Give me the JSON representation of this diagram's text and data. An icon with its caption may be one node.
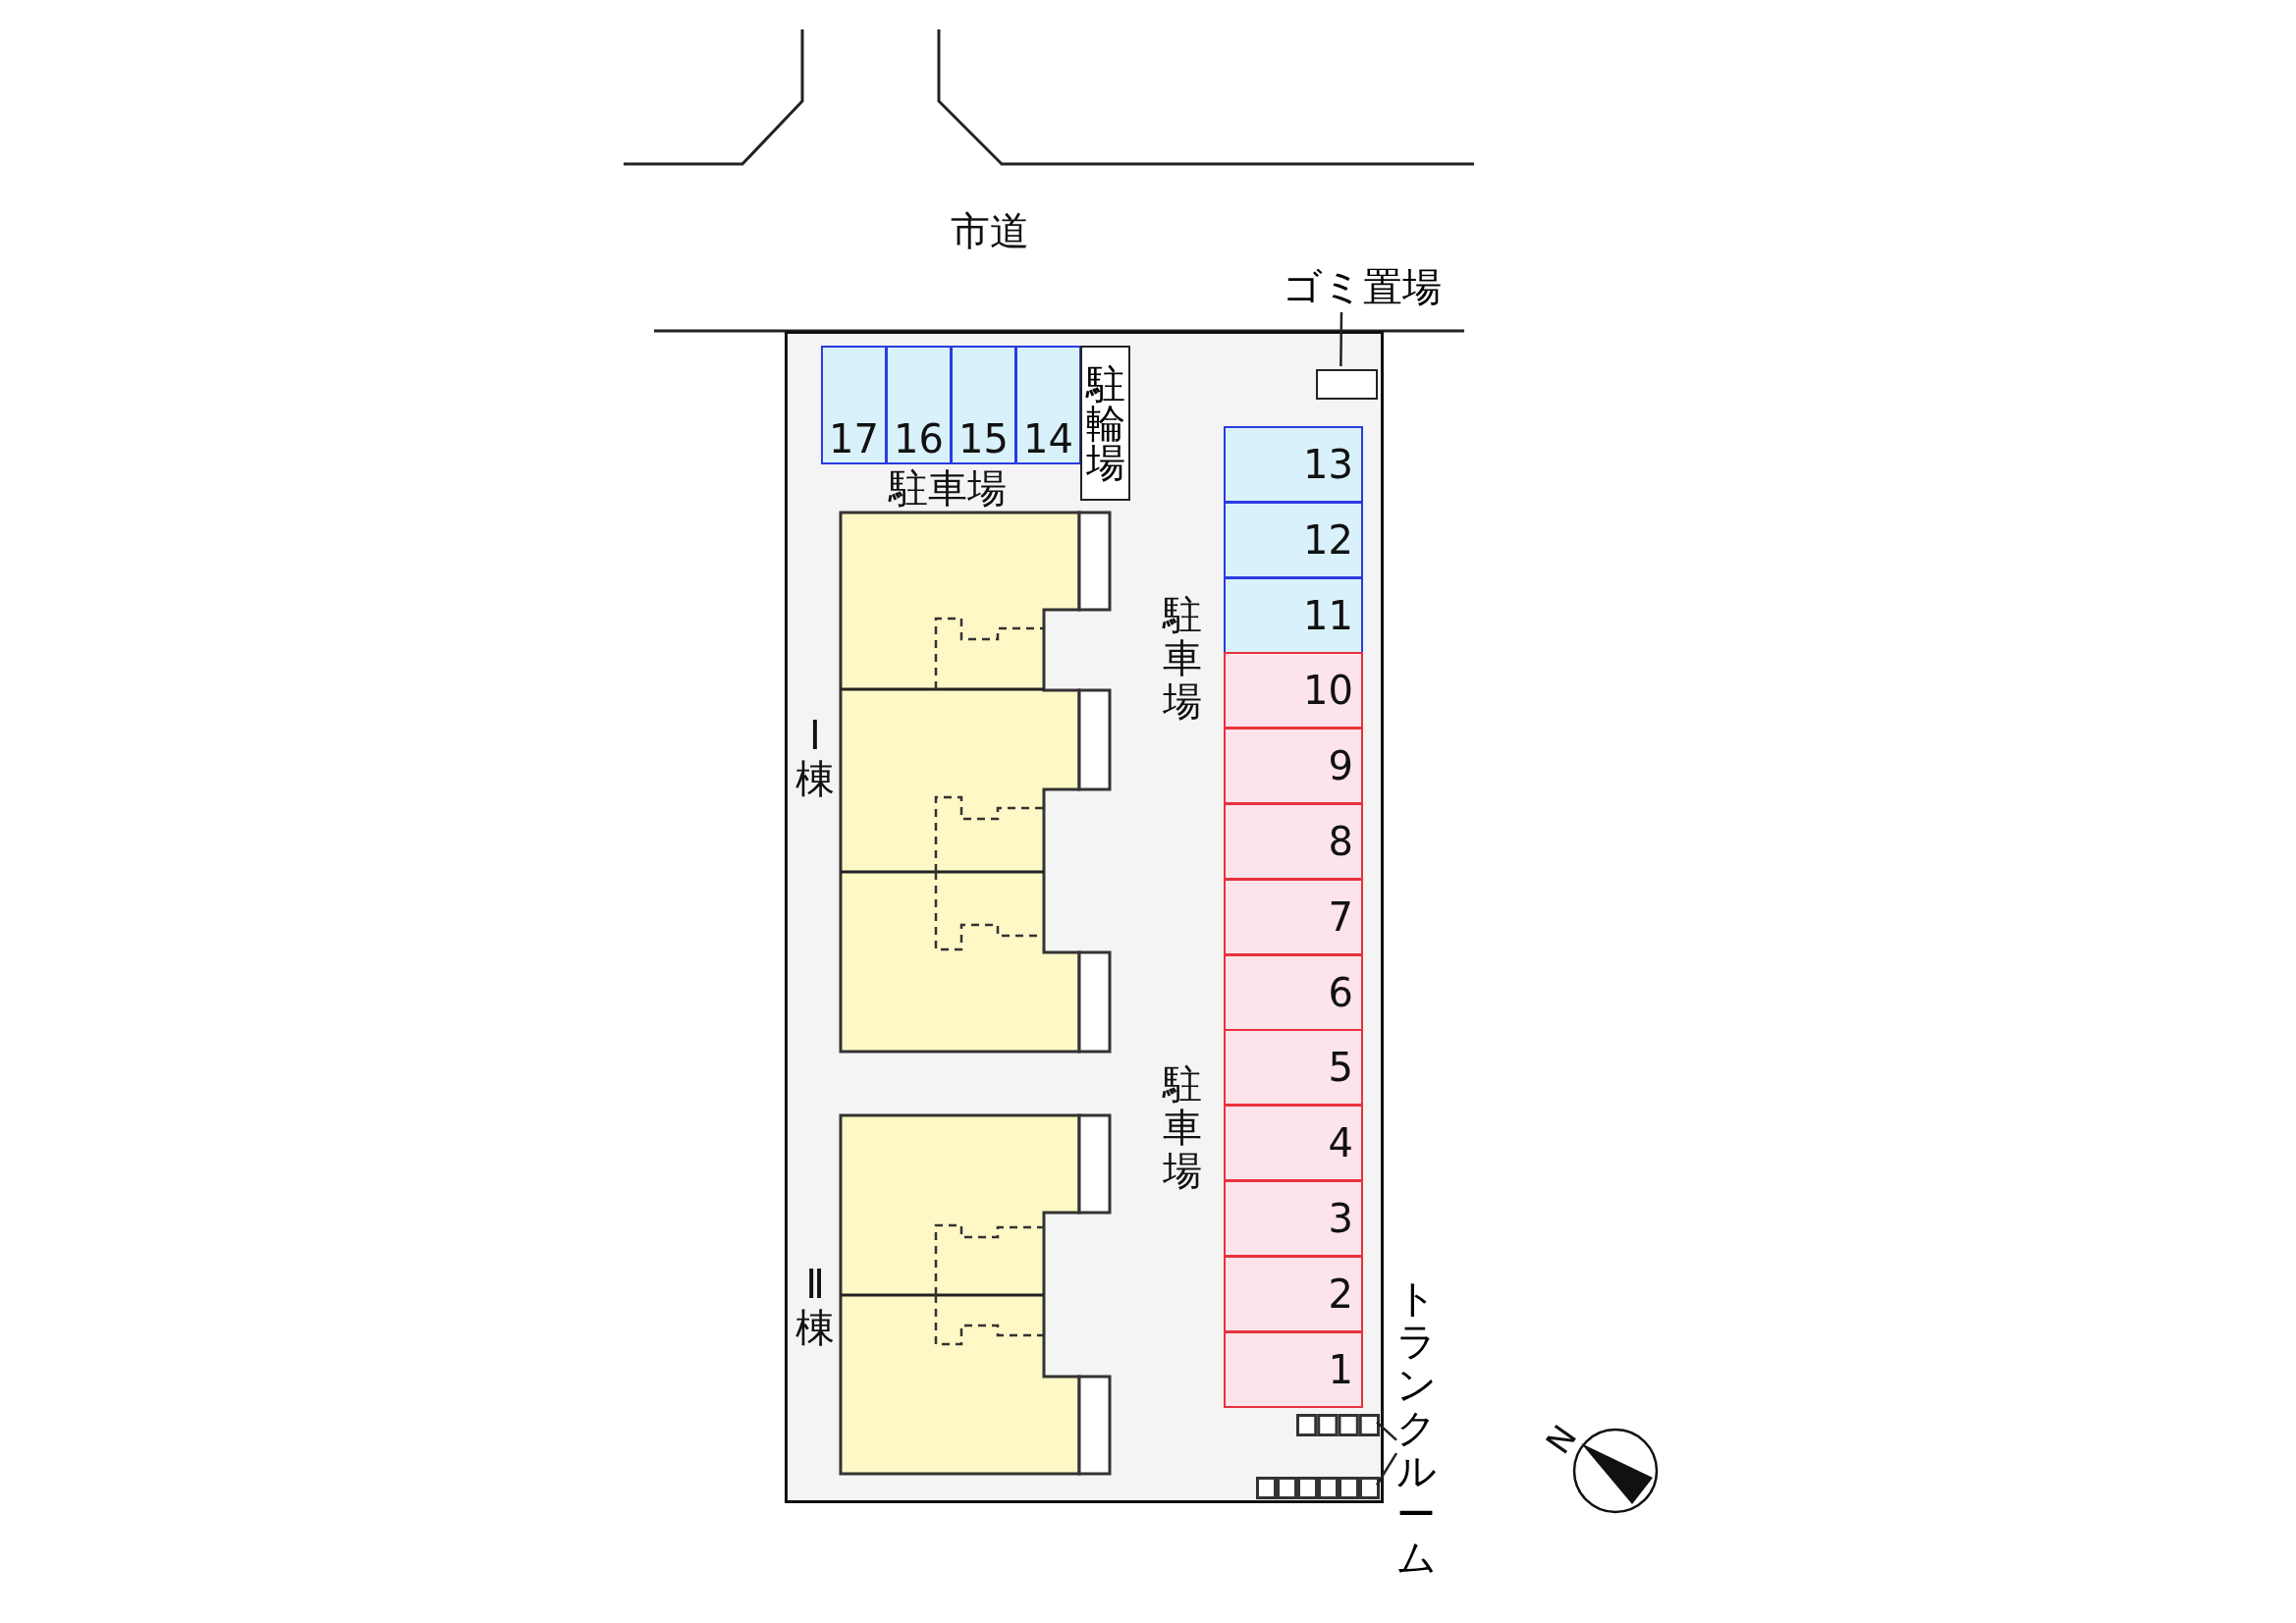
{
  "diagram": {
    "nodes": [
      {
        "text": [],
        "shape": "box"
      },
      {
        "text": [
          "17"
        ],
        "in": 0
      },
      {
        "text": [
          "16"
        ],
        "in": 0
      },
      {
        "text": [
          "15"
        ],
        "in": 0
      },
      {
        "text": [
          "14"
        ],
        "in": 0
      },
      {
        "text": [
          "駐輪場"
        ],
        "in": 0
      },
      {
        "text": [
          "13"
        ],
        "in": 0
      },
      {
        "text": [
          "12"
        ],
        "in": 0
      },
      {
        "text": [
          "11"
        ],
        "in": 0
      },
      {
        "text": [
          "10"
        ],
        "in": 0
      },
      {
        "text": [
          "9"
        ],
        "in": 0
      },
      {
        "text": [
          "8"
        ],
        "in": 0
      },
      {
        "text": [
          "7"
        ],
        "in": 0
      },
      {
        "text": [
          "6"
        ],
        "in": 0
      },
      {
        "text": [
          "5"
        ],
        "in": 0
      },
      {
        "text": [
          "4"
        ],
        "in": 0
      },
      {
        "text": [
          "3"
        ],
        "in": 0
      },
      {
        "text": [
          "2"
        ],
        "in": 0
      },
      {
        "text": [
          "1"
        ],
        "in": 0
      },
      {
        "text": [],
        "shape": "box",
        "in": 0
      },
      {
        "text": [
          "ゴミ置場"
        ]
      },
      {
        "text": [
          "Ⅰ棟"
        ],
        "in": 0
      },
      {
        "text": [
          "Ⅱ棟"
        ],
        "in": 0
      },
      {
        "text": [],
        "shape": "box",
        "in": 0
      },
      {
        "text": [],
        "shape": "box",
        "in": 0
      },
      {
        "text": [
          "トランクルーム"
        ]
      }
    ],
    "edges": [
      {
        "from": 20,
        "to": 19,
        "arrow": "none"
      },
      {
        "from": 25,
        "to": 23,
        "arrow": "none"
      },
      {
        "from": 25,
        "to": 24,
        "arrow": "none"
      }
    ],
    "labels": [
      "市道",
      "駐車場",
      "駐車場",
      "駐車場",
      "N"
    ]
  }
}
